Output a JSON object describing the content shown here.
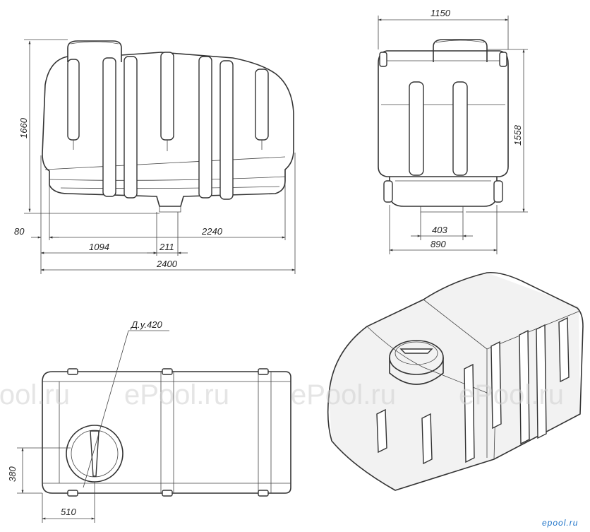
{
  "front_view": {
    "dim_height": "1660",
    "dim_offset": "80",
    "dim_span": "2240",
    "dim_left": "1094",
    "dim_outlet": "211",
    "dim_total": "2400"
  },
  "side_view": {
    "dim_width": "1150",
    "dim_height": "1558",
    "dim_base_inner": "403",
    "dim_base": "890"
  },
  "top_view": {
    "hatch_label": "Д.у.420",
    "dim_y": "380",
    "dim_x": "510"
  },
  "watermark": "ePool.ru",
  "logo": "epool.ru"
}
